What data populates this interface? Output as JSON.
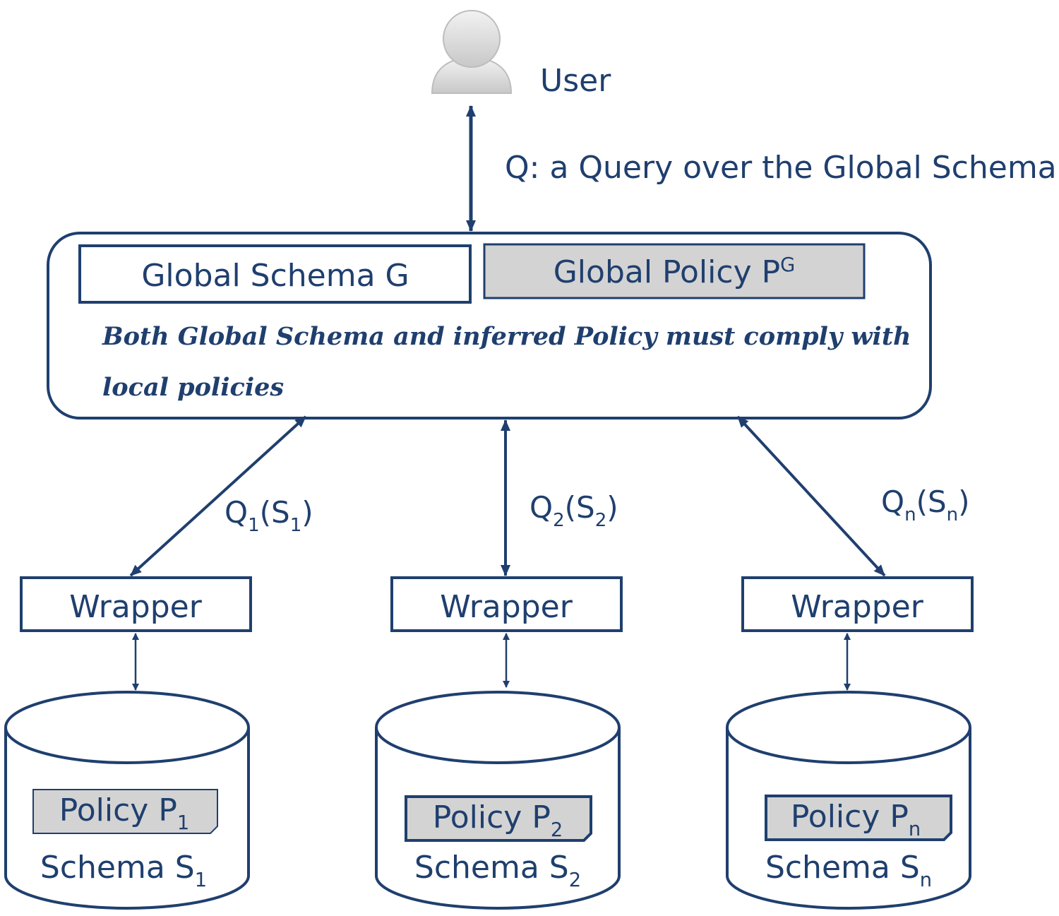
{
  "colors": {
    "line": "#1f3f6e",
    "text": "#1f3f6e",
    "policy_fill": "#d3d3d3",
    "avatar": "#d9d9d9"
  },
  "user": {
    "icon": "user-icon",
    "label": "User"
  },
  "query_label": "Q: a Query over the Global Schema",
  "mediator": {
    "schema_label": "Global Schema G",
    "policy_label": "Global Policy P",
    "policy_sup": "G",
    "note_line1": "Both Global Schema and inferred Policy must comply with",
    "note_line2": "local policies"
  },
  "sources": [
    {
      "query": {
        "q": "Q",
        "q_sub": "1",
        "s": "S",
        "s_sub": "1"
      },
      "wrapper": "Wrapper",
      "policy": {
        "text": "Policy P",
        "sub": "1"
      },
      "schema": {
        "text": "Schema S",
        "sub": "1"
      }
    },
    {
      "query": {
        "q": "Q",
        "q_sub": "2",
        "s": "S",
        "s_sub": "2"
      },
      "wrapper": "Wrapper",
      "policy": {
        "text": "Policy P",
        "sub": "2"
      },
      "schema": {
        "text": "Schema S",
        "sub": "2"
      }
    },
    {
      "query": {
        "q": "Q",
        "q_sub": "n",
        "s": "S",
        "s_sub": "n"
      },
      "wrapper": "Wrapper",
      "policy": {
        "text": "Policy P",
        "sub": "n"
      },
      "schema": {
        "text": "Schema S",
        "sub": "n"
      }
    }
  ]
}
